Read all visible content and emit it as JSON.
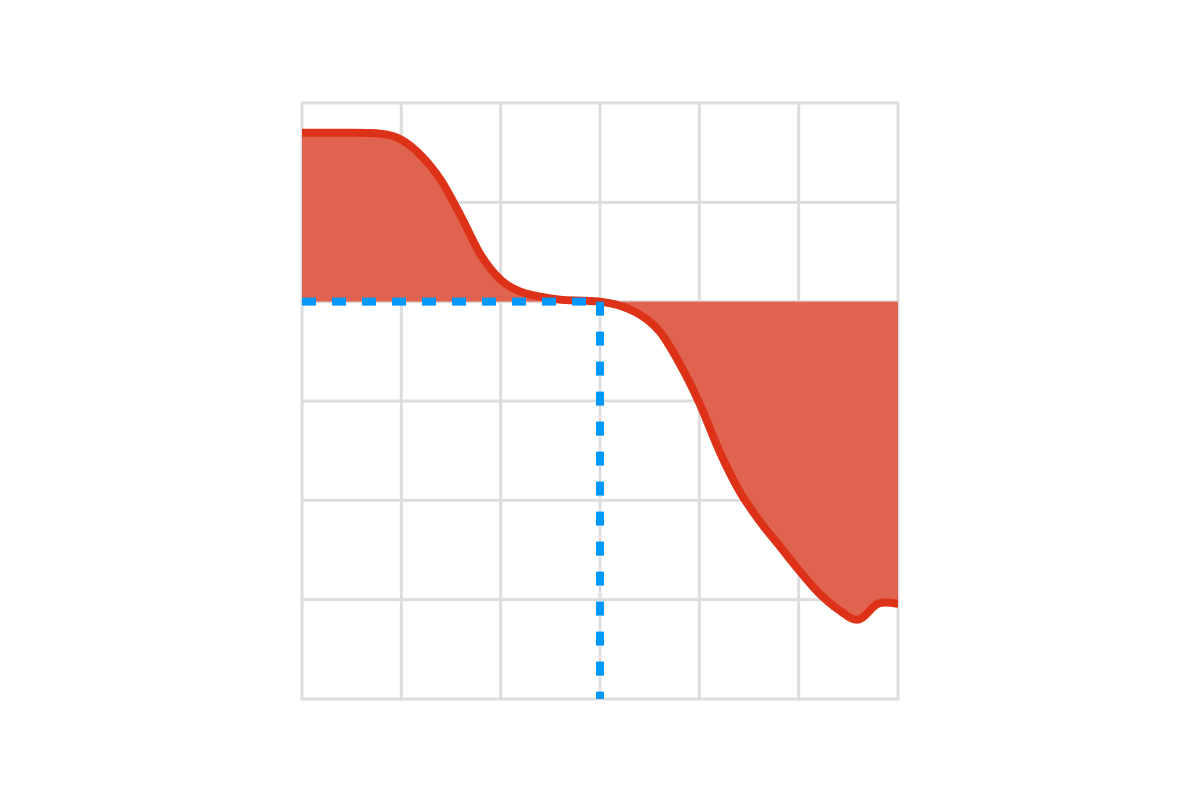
{
  "chart_data": {
    "type": "area",
    "title": "",
    "xlabel": "",
    "ylabel": "",
    "xlim": [
      0,
      6
    ],
    "ylim": [
      -4,
      2
    ],
    "grid": true,
    "legend": "none",
    "baseline": 0,
    "series": [
      {
        "x": [
          0,
          0.5,
          0.8,
          1.0,
          1.2,
          1.4,
          1.6,
          1.8,
          2.0,
          2.2,
          2.4,
          2.6,
          2.8,
          3.0,
          3.2,
          3.4,
          3.6,
          3.8,
          4.0,
          4.2,
          4.4,
          4.6,
          4.8,
          5.0,
          5.2,
          5.4,
          5.6,
          5.8,
          6.0
        ],
        "y": [
          1.7,
          1.7,
          1.69,
          1.63,
          1.47,
          1.22,
          0.86,
          0.47,
          0.22,
          0.1,
          0.05,
          0.02,
          0.01,
          0.0,
          -0.04,
          -0.13,
          -0.3,
          -0.62,
          -1.02,
          -1.5,
          -1.9,
          -2.2,
          -2.45,
          -2.7,
          -2.93,
          -3.1,
          -3.2,
          -3.04,
          -3.04
        ]
      }
    ],
    "guides": {
      "x": 3,
      "y": 0
    },
    "colors": {
      "curve": "#de3218",
      "fill": "#e06350",
      "guide": "#0098ff",
      "grid": "#dddddd"
    }
  }
}
